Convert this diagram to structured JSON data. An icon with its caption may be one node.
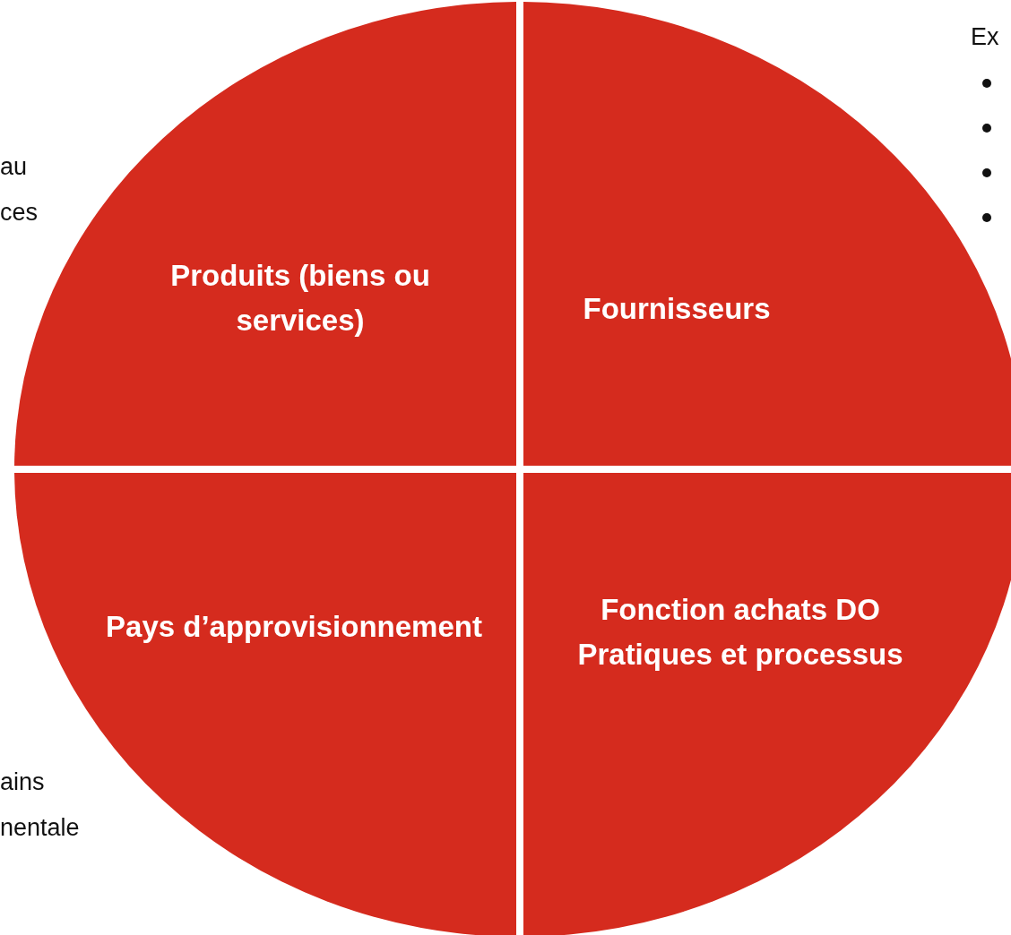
{
  "diagram": {
    "nodes": [
      {
        "text": [
          "Produits (biens ou services)"
        ]
      },
      {
        "text": [
          "Fournisseurs"
        ]
      },
      {
        "text": [
          "Pays d’approvisionnement"
        ]
      },
      {
        "text": [
          "Fonction achats DO Pratiques et processus"
        ]
      }
    ],
    "labels": [
      "Ex",
      "au",
      "ces",
      "ains",
      "nentale"
    ]
  }
}
